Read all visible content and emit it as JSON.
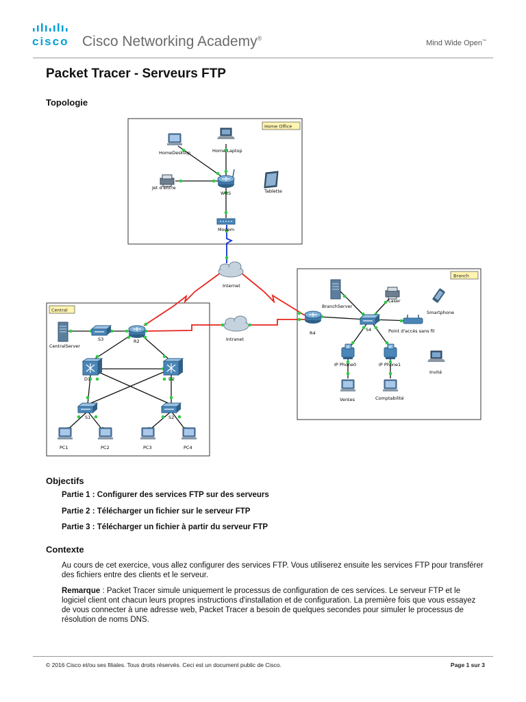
{
  "header": {
    "brand": "cisco",
    "academy": "Cisco Networking Academy",
    "registered": "®",
    "tagline": "Mind Wide Open",
    "trademark": "™",
    "brand_color": "#049fd9"
  },
  "title": "Packet Tracer - Serveurs FTP",
  "topology": {
    "heading": "Topologie",
    "zones": {
      "home": "Home Office",
      "central": "Central",
      "branch": "Branch"
    },
    "devices": {
      "home_desktop": "HomeDesktop",
      "home_laptop": "Home Laptop",
      "printer": "Jet d'encre",
      "wrs": "WRS",
      "tablet": "Tablette",
      "modem": "Modem",
      "internet": "Internet",
      "intranet": "Intranet",
      "central_server": "CentralServer",
      "s3": "S3",
      "r2": "R2",
      "d1": "D1",
      "d2": "D2",
      "s1": "S1",
      "s2": "S2",
      "pc1": "PC1",
      "pc2": "PC2",
      "pc3": "PC3",
      "pc4": "PC4",
      "branch_server": "BranchServer",
      "laser": "Laser",
      "smartphone": "Smartphone",
      "r4": "R4",
      "s4": "S4",
      "access_point": "Point d'accès sans fil",
      "ip_phone0": "IP Phone0",
      "ip_phone1": "IP Phone1",
      "invite": "Invité",
      "ventes": "Ventes",
      "comptabilite": "Comptabilité"
    },
    "colors": {
      "wan_link": "#e8231c",
      "lan_link": "#111111",
      "dce_link": "#1030d0",
      "port": "#2ecc40",
      "zone_label_bg": "#fff4b0"
    }
  },
  "objectives": {
    "heading": "Objectifs",
    "items": [
      "Partie 1 : Configurer des services FTP sur des serveurs",
      "Partie 2 : Télécharger un fichier sur le serveur FTP",
      "Partie 3 : Télécharger un fichier à partir du serveur FTP"
    ]
  },
  "context": {
    "heading": "Contexte",
    "para1": "Au cours de cet exercice, vous allez configurer des services FTP. Vous utiliserez ensuite les services FTP pour transférer des fichiers entre des clients et le serveur.",
    "note_label": "Remarque",
    "note_text": " : Packet Tracer simule uniquement le processus de configuration de ces services. Le serveur FTP et le logiciel client ont chacun leurs propres instructions d'installation et de configuration. La première fois que vous essayez de vous connecter à une adresse web, Packet Tracer a besoin de quelques secondes pour simuler le processus de résolution de noms DNS."
  },
  "footer": {
    "copyright": "© 2016 Cisco et/ou ses filiales. Tous droits réservés. Ceci est un document public de Cisco.",
    "page": "Page 1 sur 3"
  }
}
